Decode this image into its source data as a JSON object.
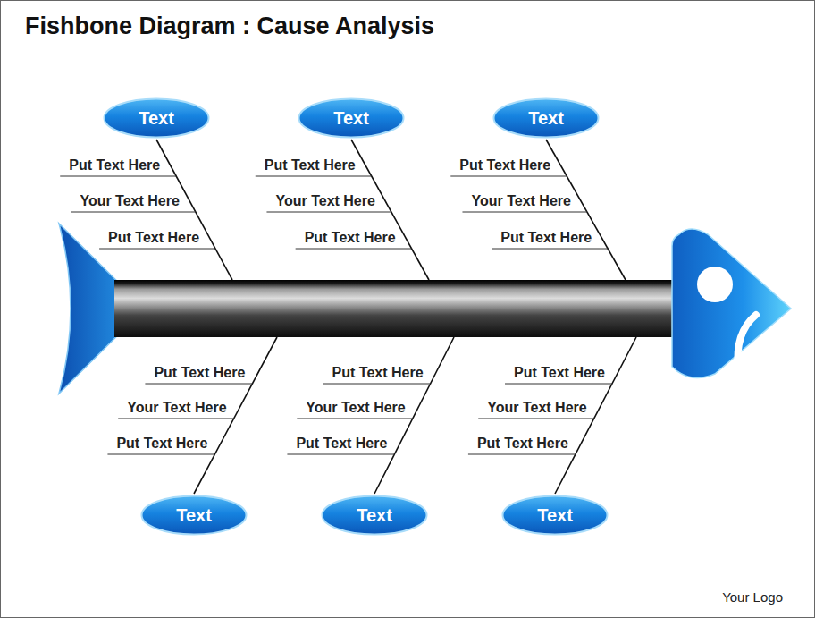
{
  "diagram": {
    "title": "Fishbone Diagram : Cause Analysis",
    "nodes": [
      {
        "text": [
          "Text"
        ]
      },
      {
        "text": [
          "Text"
        ]
      },
      {
        "text": [
          "Text"
        ]
      },
      {
        "text": [
          "Text"
        ]
      },
      {
        "text": [
          "Text"
        ]
      },
      {
        "text": [
          "Text"
        ]
      }
    ],
    "labels": [
      "Put Text Here",
      "Your Text Here",
      "Put Text Here",
      "Put Text Here",
      "Your Text Here",
      "Put Text Here",
      "Put Text Here",
      "Your Text Here",
      "Put Text Here",
      "Put Text Here",
      "Your Text Here",
      "Put Text Here",
      "Put Text Here",
      "Your Text Here",
      "Put Text Here",
      "Put Text Here",
      "Your Text Here",
      "Put Text Here",
      "Your Logo"
    ]
  }
}
